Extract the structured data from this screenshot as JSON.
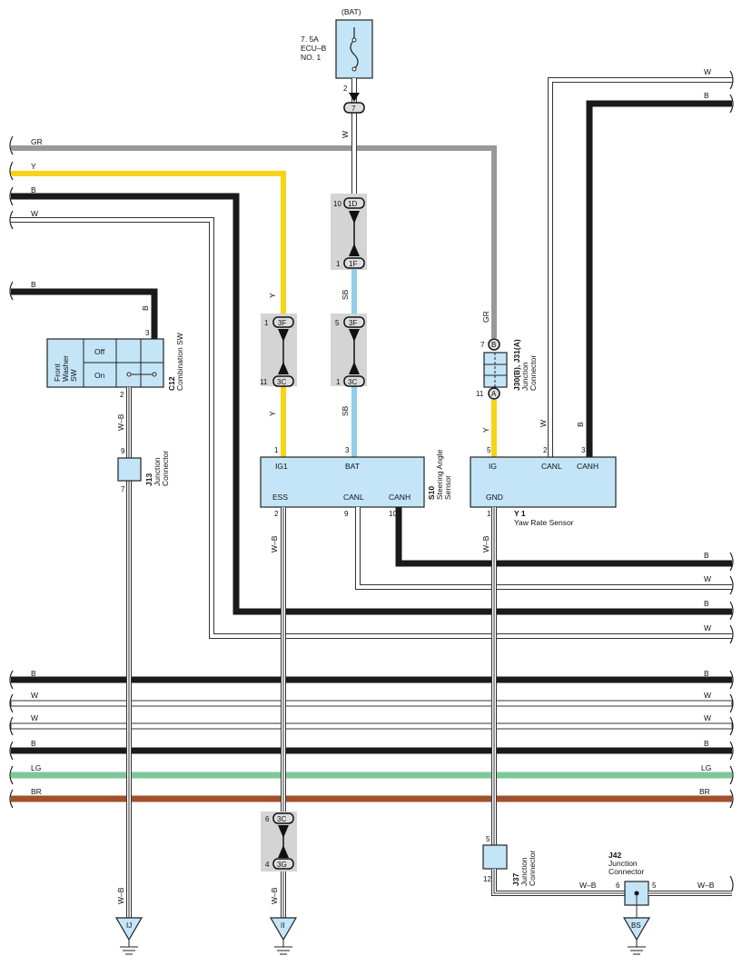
{
  "colors": {
    "B": "#1a1a1a",
    "W": "#ffffff",
    "GR": "#999999",
    "Y": "#f6d417",
    "SB": "#8fcfe8",
    "LG": "#7cc89a",
    "BR": "#a0512d",
    "component_fill": "#c4e5f7",
    "junction_box": "#d4d4d4"
  },
  "fuse": {
    "source": "(BAT)",
    "rating": "7. 5A",
    "name": "ECU–B",
    "number": "NO. 1",
    "pin": "2"
  },
  "combination_sw": {
    "code": "C12",
    "name": "Combination SW",
    "function": [
      "Front",
      "Washer",
      "SW"
    ],
    "off_label": "Off",
    "on_label": "On",
    "pin_top": "3",
    "pin_bottom": "2"
  },
  "steering_sensor": {
    "code": "S10",
    "name": [
      "Steering Angle",
      "Sensor"
    ],
    "terminals": {
      "ig1": "IG1",
      "bat": "BAT",
      "ess": "ESS",
      "canl": "CANL",
      "canh": "CANH"
    },
    "pins": {
      "ig1": "1",
      "bat": "3",
      "ess": "2",
      "canl": "9",
      "canh": "10"
    }
  },
  "yaw_sensor": {
    "code": "Y 1",
    "name": "Yaw Rate Sensor",
    "terminals": {
      "ig": "IG",
      "canl": "CANL",
      "canh": "CANH",
      "gnd": "GND"
    },
    "pins": {
      "ig": "5",
      "canl": "2",
      "canh": "3",
      "gnd": "1"
    }
  },
  "junction_connectors": {
    "j13": {
      "code": "J13",
      "name": [
        "Junction",
        "Connector"
      ],
      "pin_top": "9",
      "pin_bottom": "7"
    },
    "j30": {
      "code": "J30(B), J31(A)",
      "name": [
        "Junction",
        "Connector"
      ],
      "pin_top": "7",
      "pin_bottom": "11",
      "label_top": "B",
      "label_bottom": "A"
    },
    "j37": {
      "code": "J37",
      "name": [
        "Junction",
        "Connector"
      ],
      "pin_top": "5",
      "pin_bottom": "12"
    },
    "j42": {
      "code": "J42",
      "name": [
        "Junction",
        "Connector"
      ],
      "pin_left": "6",
      "pin_right": "5"
    }
  },
  "inline_connectors": {
    "c7": {
      "label": "7"
    },
    "c1d": {
      "label": "1D",
      "pin": "10"
    },
    "c1f": {
      "label": "1F",
      "pin": "1"
    },
    "c3f_y": {
      "label": "3F",
      "pin": "1"
    },
    "c3c_y": {
      "label": "3C",
      "pin": "11"
    },
    "c3f_sb": {
      "label": "3F",
      "pin": "5"
    },
    "c3c_sb": {
      "label": "3C",
      "pin": "1"
    },
    "c3c_g": {
      "label": "3C",
      "pin": "6"
    },
    "c3g_g": {
      "label": "3G",
      "pin": "4"
    }
  },
  "grounds": {
    "ij": "IJ",
    "ii": "II",
    "bs": "BS"
  },
  "wire_labels": {
    "w": "W",
    "b": "B",
    "gr": "GR",
    "y": "Y",
    "sb": "SB",
    "lg": "LG",
    "br": "BR",
    "wb": "W–B"
  }
}
